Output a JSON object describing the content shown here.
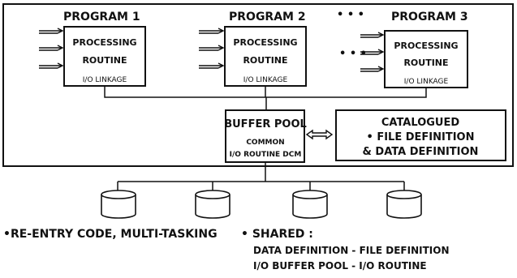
{
  "programs": [
    {
      "title": "PROGRAM 1",
      "routine_line1": "PROCESSING",
      "routine_line2": "ROUTINE",
      "linkage": "I/O LINKAGE"
    },
    {
      "title": "PROGRAM 2",
      "routine_line1": "PROCESSING",
      "routine_line2": "ROUTINE",
      "linkage": "I/O LINKAGE"
    },
    {
      "title": "PROGRAM 3",
      "routine_line1": "PROCESSING",
      "routine_line2": "ROUTINE",
      "linkage": "I/O LINKAGE"
    }
  ],
  "ellipsis": "• • •",
  "buffer_pool": {
    "title": "BUFFER POOL",
    "sub_line1": "COMMON",
    "sub_line2": "I/O ROUTINE DCM"
  },
  "catalogued": {
    "title": "CATALOGUED",
    "line1": "• FILE DEFINITION",
    "line2": "& DATA DEFINITION"
  },
  "notes": {
    "left": "•RE-ENTRY CODE, MULTI-TASKING",
    "shared_label": "• SHARED :",
    "shared_line1": "DATA DEFINITION - FILE DEFINITION",
    "shared_line2": "I/O BUFFER POOL - I/O ROUTINE"
  }
}
